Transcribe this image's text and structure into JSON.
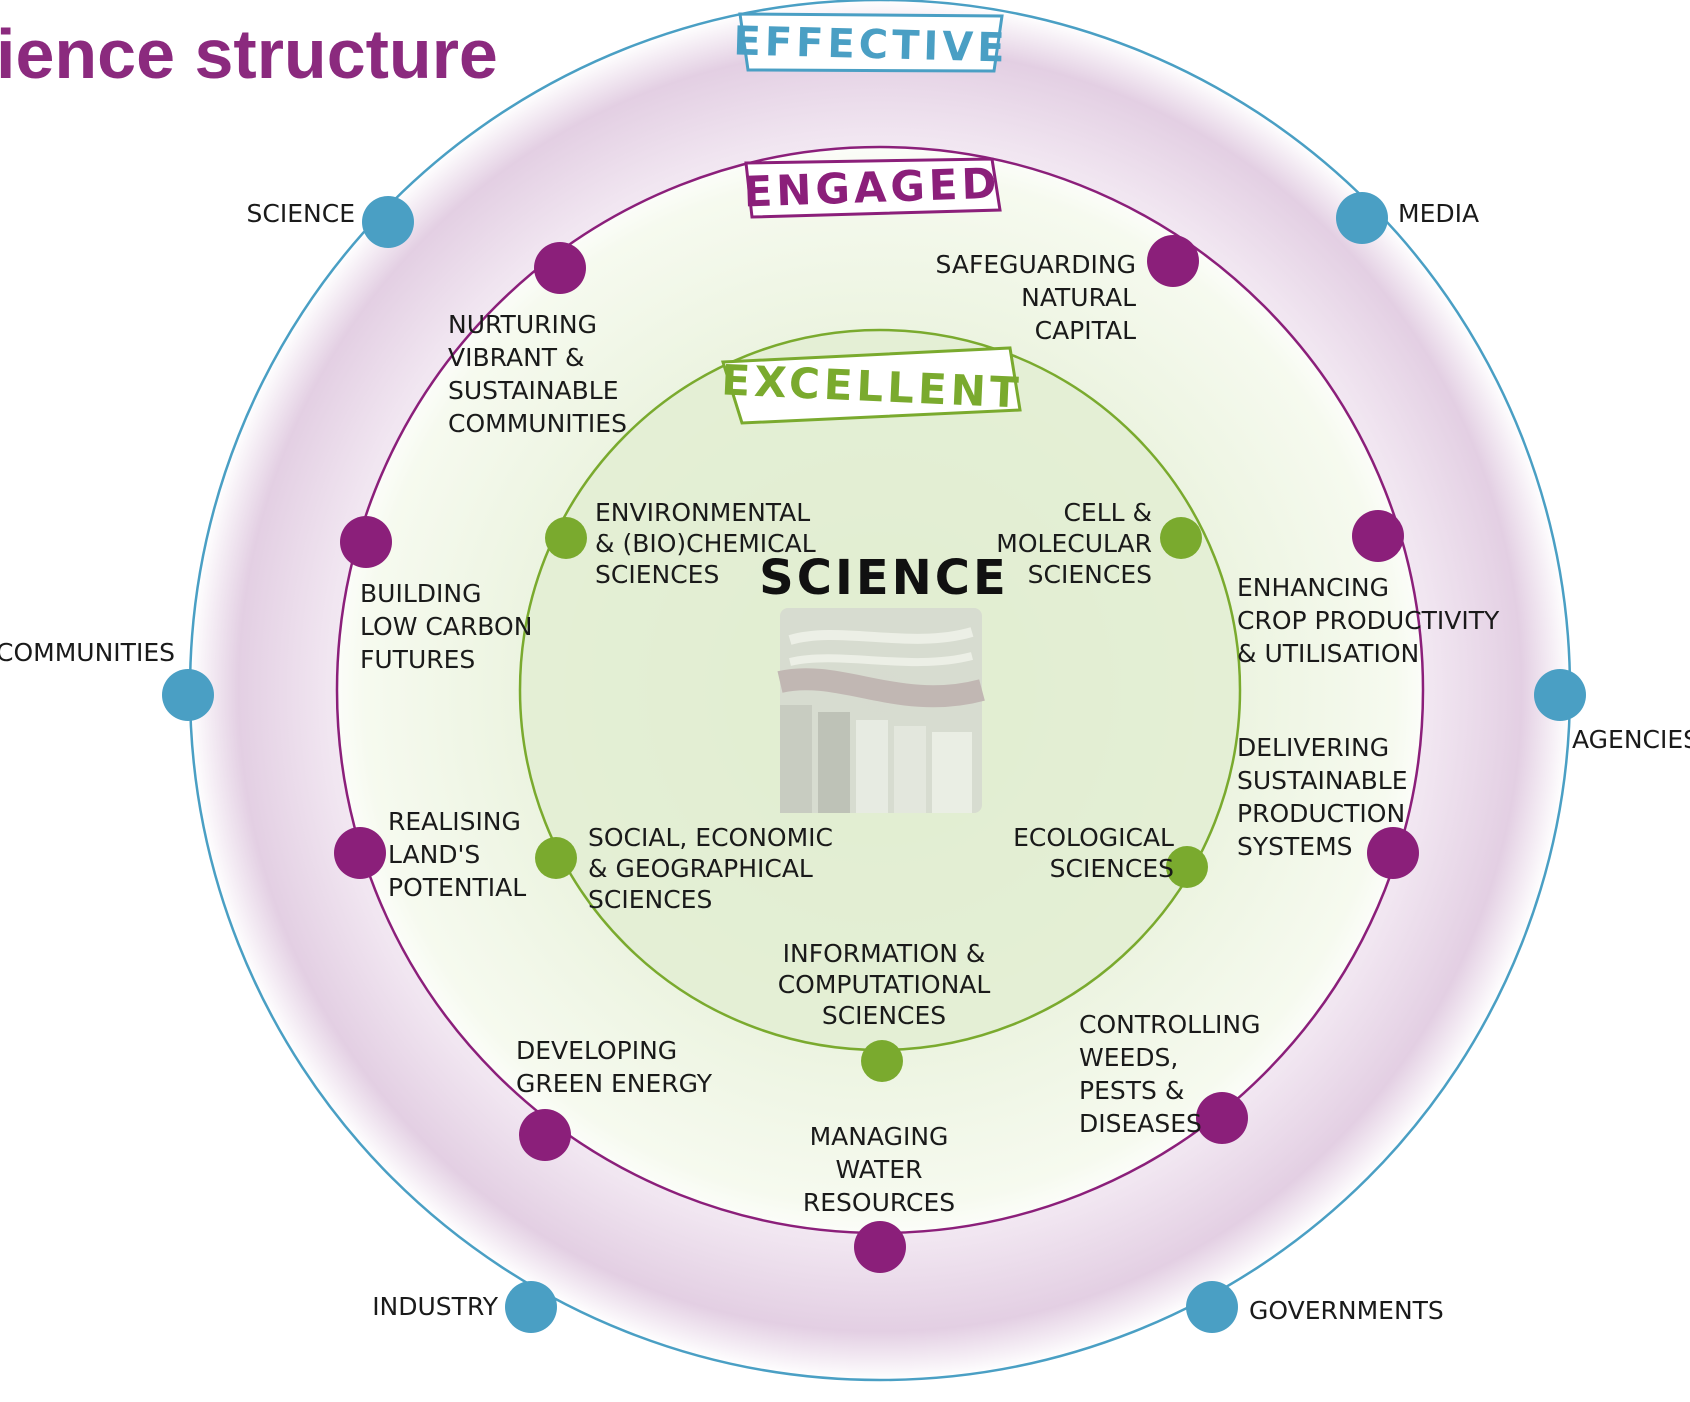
{
  "title": "ience structure",
  "colors": {
    "title": "#8b2a7e",
    "effective": "#4a9fc4",
    "engaged": "#8b1f7a",
    "excellent": "#7aaa2e"
  },
  "rings": {
    "outer": {
      "label": "EFFECTIVE"
    },
    "middle": {
      "label": "ENGAGED"
    },
    "inner": {
      "label": "EXCELLENT"
    }
  },
  "center": {
    "label": "SCIENCE"
  },
  "stakeholders": [
    {
      "id": "science",
      "label": "SCIENCE"
    },
    {
      "id": "media",
      "label": "MEDIA"
    },
    {
      "id": "communities",
      "label": "COMMUNITIES"
    },
    {
      "id": "agencies",
      "label": "AGENCIES"
    },
    {
      "id": "industry",
      "label": "INDUSTRY"
    },
    {
      "id": "governments",
      "label": "GOVERNMENTS"
    }
  ],
  "challenges": [
    {
      "id": "vibrant",
      "lines": [
        "NURTURING",
        "VIBRANT &",
        "SUSTAINABLE",
        "COMMUNITIES"
      ]
    },
    {
      "id": "natural",
      "lines": [
        "SAFEGUARDING",
        "NATURAL",
        "CAPITAL"
      ]
    },
    {
      "id": "low-carbon",
      "lines": [
        "BUILDING",
        "LOW CARBON",
        "FUTURES"
      ]
    },
    {
      "id": "crop",
      "lines": [
        "ENHANCING",
        "CROP PRODUCTIVITY",
        "& UTILISATION"
      ]
    },
    {
      "id": "land",
      "lines": [
        "REALISING",
        "LAND'S",
        "POTENTIAL"
      ]
    },
    {
      "id": "production",
      "lines": [
        "DELIVERING",
        "SUSTAINABLE",
        "PRODUCTION",
        "SYSTEMS"
      ]
    },
    {
      "id": "energy",
      "lines": [
        "DEVELOPING",
        "GREEN ENERGY"
      ]
    },
    {
      "id": "weeds",
      "lines": [
        "CONTROLLING",
        "WEEDS,",
        "PESTS &",
        "DISEASES"
      ]
    },
    {
      "id": "water",
      "lines": [
        "MANAGING",
        "WATER",
        "RESOURCES"
      ]
    }
  ],
  "sciences": [
    {
      "id": "environmental",
      "lines": [
        "ENVIRONMENTAL",
        "& (BIO)CHEMICAL",
        "SCIENCES"
      ]
    },
    {
      "id": "cell",
      "lines": [
        "CELL &",
        "MOLECULAR",
        "SCIENCES"
      ]
    },
    {
      "id": "social",
      "lines": [
        "SOCIAL, ECONOMIC",
        "& GEOGRAPHICAL",
        "SCIENCES"
      ]
    },
    {
      "id": "ecological",
      "lines": [
        "ECOLOGICAL",
        "SCIENCES"
      ]
    },
    {
      "id": "information",
      "lines": [
        "INFORMATION &",
        "COMPUTATIONAL",
        "SCIENCES"
      ]
    }
  ]
}
